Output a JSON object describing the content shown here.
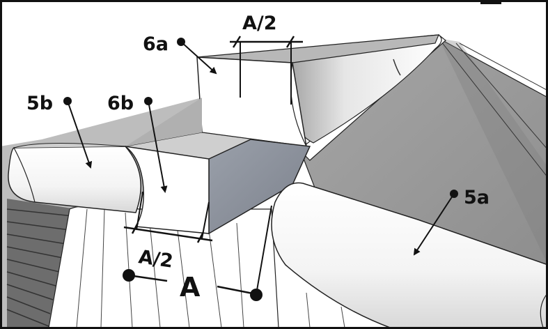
{
  "labels": {
    "label_6a": "6a",
    "label_5b": "5b",
    "label_6b": "6b",
    "label_5a": "5a",
    "dim_top": "A/2",
    "dim_mid": "A/2",
    "dim_bottom": "A"
  },
  "colors": {
    "roof_dark": "#9c9c9c",
    "roof_mid": "#b4b4b4",
    "roof_light": "#cfcfcf",
    "block_side": "#8a8f9a",
    "surface_white": "#ffffff",
    "outline": "#111111",
    "wall_hatch": "#555555"
  }
}
